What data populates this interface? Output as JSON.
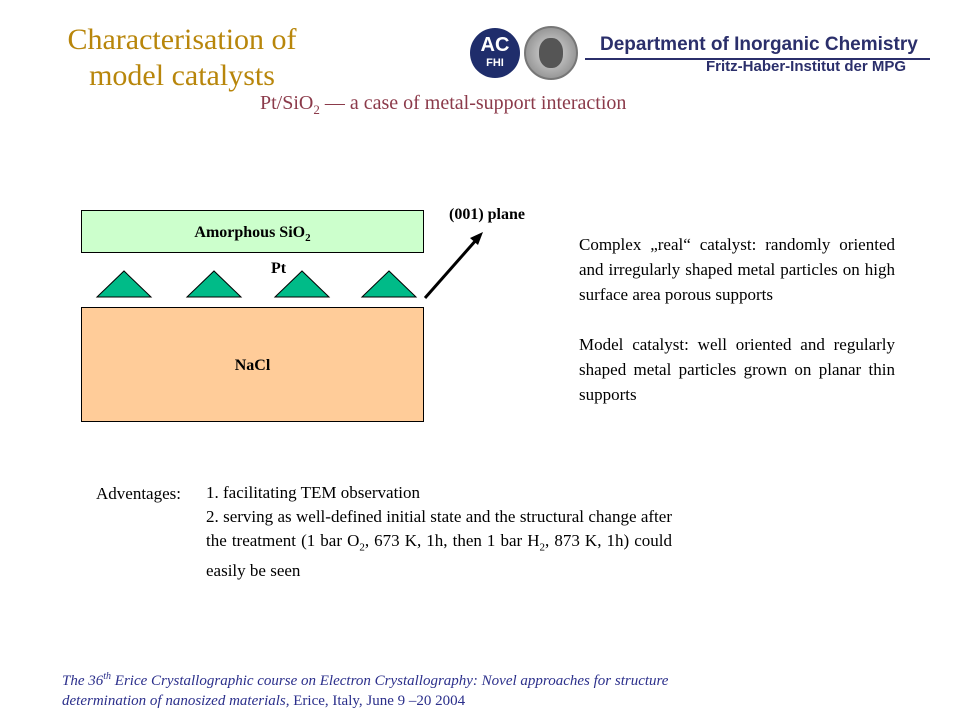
{
  "header": {
    "title_line1": "Characterisation of",
    "title_line2": "model catalysts",
    "subtitle_pre": "Pt/SiO",
    "subtitle_sub": "2",
    "subtitle_post": " — a case of metal-support interaction"
  },
  "logo": {
    "ac_text": "AC",
    "fhi_text": "FHI",
    "department": "Department of Inorganic Chemistry",
    "institute": "Fritz-Haber-Institut der MPG",
    "colors": {
      "primary": "#2B2F6B",
      "ac_bg": "#1F2D6B"
    }
  },
  "diagram": {
    "sio2_label": "Amorphous SiO",
    "sio2_sub": "2",
    "pt_label": "Pt",
    "nacl_label": "NaCl",
    "plane_label": "(001) plane",
    "colors": {
      "sio2": "#CCFFCC",
      "nacl": "#FFCC99",
      "particle": "#00BB88"
    }
  },
  "description": {
    "paragraph1": "Complex „real“ catalyst: randomly oriented and irregularly shaped metal particles on high surface area porous supports",
    "paragraph2": "Model catalyst: well oriented and regularly shaped metal particles grown on planar thin supports"
  },
  "advantages": {
    "label": "Adventages:",
    "item1": "1. facilitating TEM observation",
    "item2_pre": "2. serving as well-defined initial state and the structural change after the treatment (1 bar O",
    "item2_sub1": "2",
    "item2_mid": ", 673 K, 1h, then 1 bar H",
    "item2_sub2": "2",
    "item2_post": ", 873 K, 1h) could easily be seen"
  },
  "footer": {
    "line1_pre": "The 36",
    "line1_sup": "th",
    "line1_post": " Erice Crystallographic course on Electron Crystallography: Novel approaches for structure",
    "line2_italic": "determination of nanosized materials,",
    "line2_normal": " Erice, Italy, June 9 –20 2004"
  }
}
